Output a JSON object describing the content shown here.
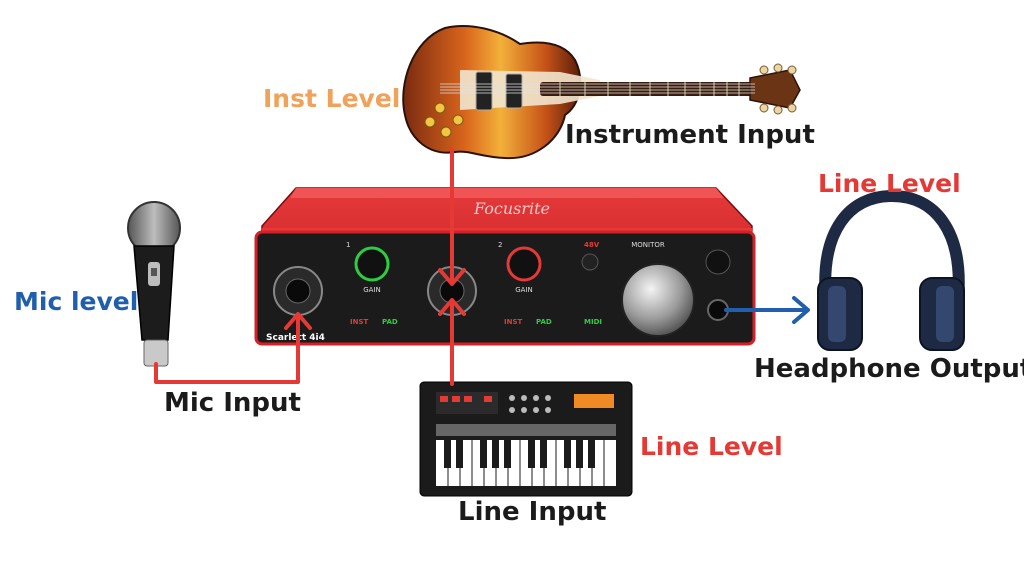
{
  "colors": {
    "signal_red": "#e53935",
    "mic_blue": "#1f5fae",
    "inst_orange": "#f0a25a",
    "device_red": "#d61f26",
    "dark": "#1b1b1b"
  },
  "device": {
    "brand": "Focusrite",
    "model_text": "Scarlett 4i4",
    "ch1_number": "1",
    "ch2_number": "2",
    "gain_label": "GAIN",
    "inst_label": "INST",
    "pad_label": "PAD",
    "phantom_label": "48V",
    "midi_label": "MIDI",
    "monitor_label": "MONITOR"
  },
  "labels": {
    "inst_level": "Inst Level",
    "instrument_input": "Instrument Input",
    "mic_level": "Mic level",
    "mic_input": "Mic Input",
    "line_level_output": "Line Level",
    "headphone_output": "Headphone Output",
    "line_level_keyboard": "Line Level",
    "line_input": "Line Input"
  },
  "icons": [
    "guitar-icon",
    "microphone-icon",
    "headphones-icon",
    "keyboard-synth-icon",
    "audio-interface-icon"
  ]
}
